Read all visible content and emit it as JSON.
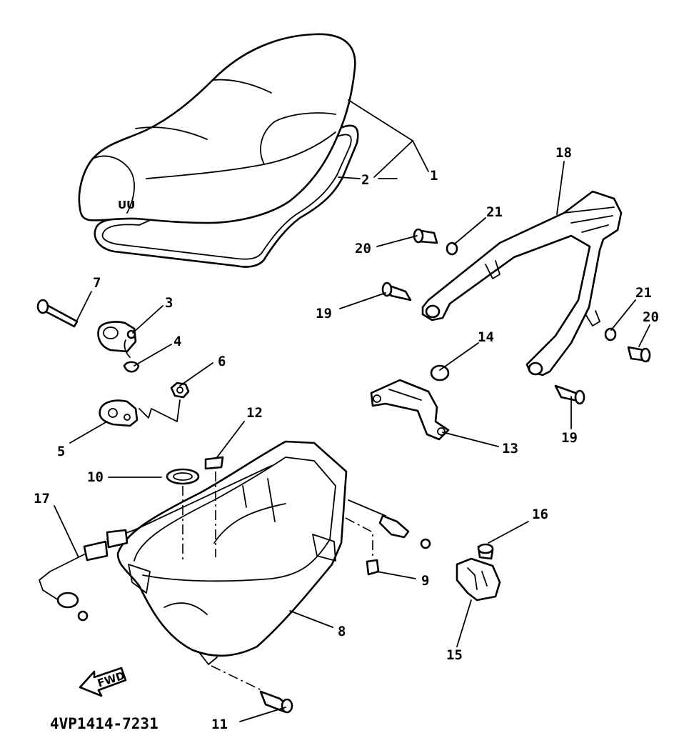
{
  "diagram": {
    "drawing_code": "4VP1414-7231",
    "direction_label": "FWD",
    "seat_marking": "UU",
    "callouts": [
      "1",
      "2",
      "3",
      "4",
      "5",
      "6",
      "7",
      "8",
      "9",
      "10",
      "11",
      "12",
      "13",
      "14",
      "15",
      "16",
      "17",
      "18",
      "19",
      "19",
      "20",
      "20",
      "21",
      "21"
    ]
  }
}
